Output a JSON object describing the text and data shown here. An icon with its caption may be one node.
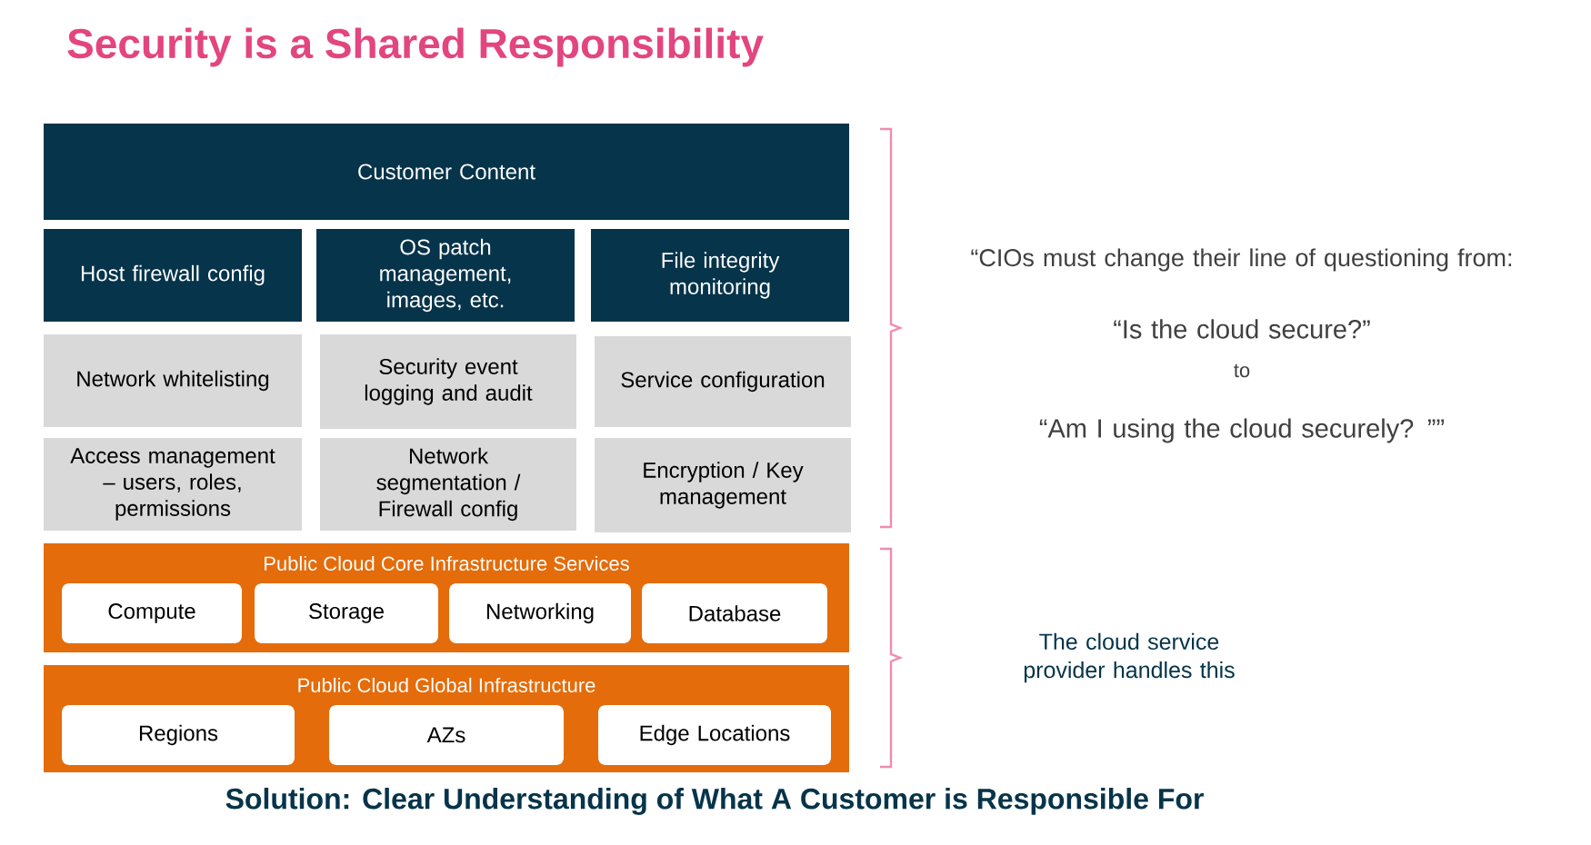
{
  "diagram": {
    "title": "Security is a Shared Responsibility",
    "caption": "Solution: Clear Understanding of What A Customer is Responsible For",
    "nodes": [
      {
        "text": [
          "Customer Content"
        ]
      },
      {
        "text": [
          "Host firewall config"
        ]
      },
      {
        "text": [
          "OS patch management, images, etc."
        ]
      },
      {
        "text": [
          "File integrity monitoring"
        ]
      },
      {
        "text": [
          "Network whitelisting"
        ]
      },
      {
        "text": [
          "Security event logging and audit"
        ]
      },
      {
        "text": [
          "Service configuration"
        ]
      },
      {
        "text": [
          "Access management – users, roles, permissions"
        ]
      },
      {
        "text": [
          "Network segmentation / Firewall config"
        ]
      },
      {
        "text": [
          "Encryption / Key management"
        ]
      },
      {
        "text": [
          "Public Cloud Core Infrastructure Services"
        ]
      },
      {
        "text": [
          "Compute"
        ],
        "in": 10
      },
      {
        "text": [
          "Storage"
        ],
        "in": 10
      },
      {
        "text": [
          "Networking"
        ],
        "in": 10
      },
      {
        "text": [
          "Database"
        ],
        "in": 10
      },
      {
        "text": [
          "Public Cloud Global Infrastructure"
        ]
      },
      {
        "text": [
          "Regions"
        ],
        "in": 15
      },
      {
        "text": [
          "AZs"
        ],
        "in": 15
      },
      {
        "text": [
          "Edge Locations"
        ],
        "in": 15
      }
    ],
    "labels": [
      "“CIOs must change their line of questioning from:",
      "“Is the cloud secure?”",
      "to",
      "“Am I using the cloud securely? ””",
      "The cloud service provider handles this"
    ]
  }
}
